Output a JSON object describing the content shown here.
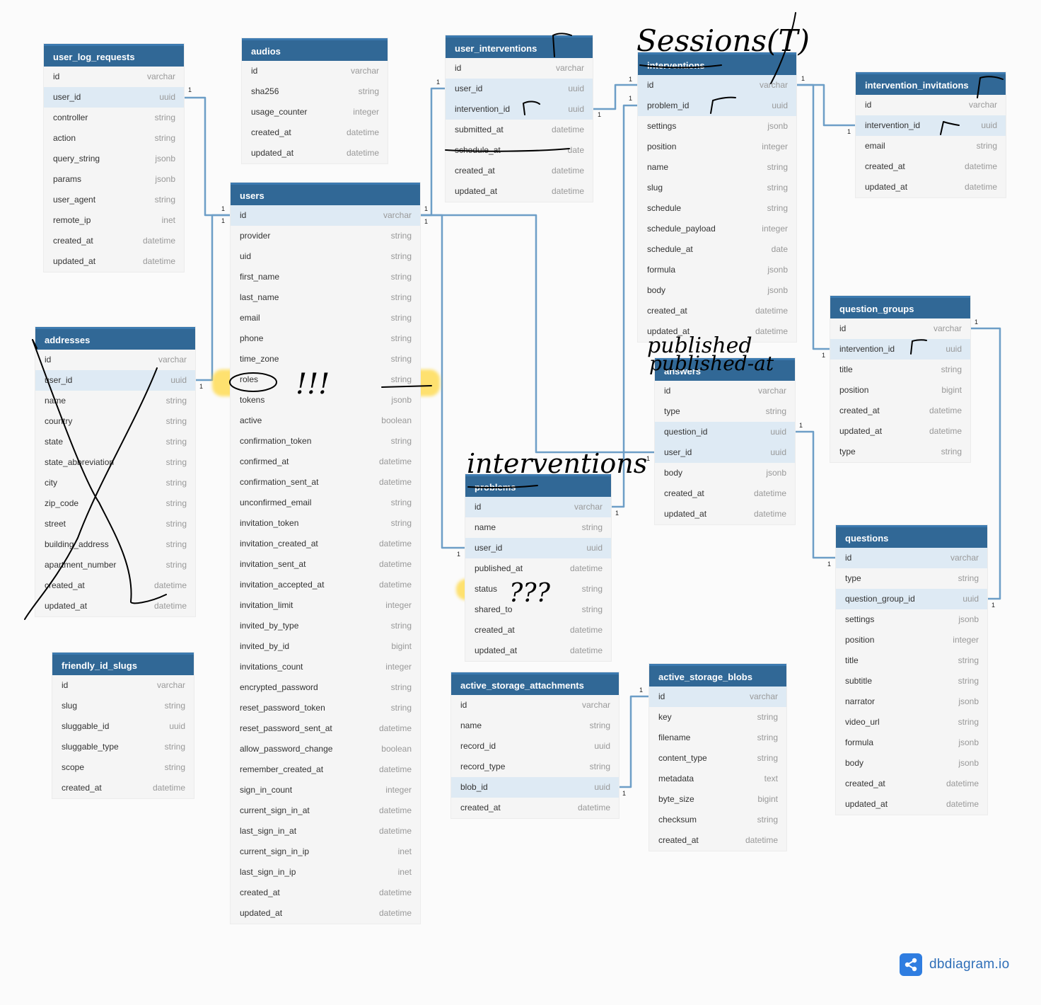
{
  "tables": [
    {
      "id": "user_log_requests",
      "title": "user_log_requests",
      "fields": [
        {
          "n": "id",
          "t": "varchar"
        },
        {
          "n": "user_id",
          "t": "uuid",
          "hl": true
        },
        {
          "n": "controller",
          "t": "string"
        },
        {
          "n": "action",
          "t": "string"
        },
        {
          "n": "query_string",
          "t": "jsonb"
        },
        {
          "n": "params",
          "t": "jsonb"
        },
        {
          "n": "user_agent",
          "t": "string"
        },
        {
          "n": "remote_ip",
          "t": "inet"
        },
        {
          "n": "created_at",
          "t": "datetime"
        },
        {
          "n": "updated_at",
          "t": "datetime"
        }
      ]
    },
    {
      "id": "audios",
      "title": "audios",
      "fields": [
        {
          "n": "id",
          "t": "varchar"
        },
        {
          "n": "sha256",
          "t": "string"
        },
        {
          "n": "usage_counter",
          "t": "integer"
        },
        {
          "n": "created_at",
          "t": "datetime"
        },
        {
          "n": "updated_at",
          "t": "datetime"
        }
      ]
    },
    {
      "id": "user_interventions",
      "title": "user_interventions",
      "fields": [
        {
          "n": "id",
          "t": "varchar"
        },
        {
          "n": "user_id",
          "t": "uuid",
          "hl": true
        },
        {
          "n": "intervention_id",
          "t": "uuid",
          "hl": true
        },
        {
          "n": "submitted_at",
          "t": "datetime"
        },
        {
          "n": "schedule_at",
          "t": "date"
        },
        {
          "n": "created_at",
          "t": "datetime"
        },
        {
          "n": "updated_at",
          "t": "datetime"
        }
      ]
    },
    {
      "id": "interventions",
      "title": "interventions",
      "fields": [
        {
          "n": "id",
          "t": "varchar",
          "hl": true
        },
        {
          "n": "problem_id",
          "t": "uuid",
          "hl": true
        },
        {
          "n": "settings",
          "t": "jsonb"
        },
        {
          "n": "position",
          "t": "integer"
        },
        {
          "n": "name",
          "t": "string"
        },
        {
          "n": "slug",
          "t": "string"
        },
        {
          "n": "schedule",
          "t": "string"
        },
        {
          "n": "schedule_payload",
          "t": "integer"
        },
        {
          "n": "schedule_at",
          "t": "date"
        },
        {
          "n": "formula",
          "t": "jsonb"
        },
        {
          "n": "body",
          "t": "jsonb"
        },
        {
          "n": "created_at",
          "t": "datetime"
        },
        {
          "n": "updated_at",
          "t": "datetime"
        }
      ]
    },
    {
      "id": "intervention_invitations",
      "title": "intervention_invitations",
      "fields": [
        {
          "n": "id",
          "t": "varchar"
        },
        {
          "n": "intervention_id",
          "t": "uuid",
          "hl": true
        },
        {
          "n": "email",
          "t": "string"
        },
        {
          "n": "created_at",
          "t": "datetime"
        },
        {
          "n": "updated_at",
          "t": "datetime"
        }
      ]
    },
    {
      "id": "users",
      "title": "users",
      "fields": [
        {
          "n": "id",
          "t": "varchar",
          "hl": true
        },
        {
          "n": "provider",
          "t": "string"
        },
        {
          "n": "uid",
          "t": "string"
        },
        {
          "n": "first_name",
          "t": "string"
        },
        {
          "n": "last_name",
          "t": "string"
        },
        {
          "n": "email",
          "t": "string"
        },
        {
          "n": "phone",
          "t": "string"
        },
        {
          "n": "time_zone",
          "t": "string"
        },
        {
          "n": "roles",
          "t": "string"
        },
        {
          "n": "tokens",
          "t": "jsonb"
        },
        {
          "n": "active",
          "t": "boolean"
        },
        {
          "n": "confirmation_token",
          "t": "string"
        },
        {
          "n": "confirmed_at",
          "t": "datetime"
        },
        {
          "n": "confirmation_sent_at",
          "t": "datetime"
        },
        {
          "n": "unconfirmed_email",
          "t": "string"
        },
        {
          "n": "invitation_token",
          "t": "string"
        },
        {
          "n": "invitation_created_at",
          "t": "datetime"
        },
        {
          "n": "invitation_sent_at",
          "t": "datetime"
        },
        {
          "n": "invitation_accepted_at",
          "t": "datetime"
        },
        {
          "n": "invitation_limit",
          "t": "integer"
        },
        {
          "n": "invited_by_type",
          "t": "string"
        },
        {
          "n": "invited_by_id",
          "t": "bigint"
        },
        {
          "n": "invitations_count",
          "t": "integer"
        },
        {
          "n": "encrypted_password",
          "t": "string"
        },
        {
          "n": "reset_password_token",
          "t": "string"
        },
        {
          "n": "reset_password_sent_at",
          "t": "datetime"
        },
        {
          "n": "allow_password_change",
          "t": "boolean"
        },
        {
          "n": "remember_created_at",
          "t": "datetime"
        },
        {
          "n": "sign_in_count",
          "t": "integer"
        },
        {
          "n": "current_sign_in_at",
          "t": "datetime"
        },
        {
          "n": "last_sign_in_at",
          "t": "datetime"
        },
        {
          "n": "current_sign_in_ip",
          "t": "inet"
        },
        {
          "n": "last_sign_in_ip",
          "t": "inet"
        },
        {
          "n": "created_at",
          "t": "datetime"
        },
        {
          "n": "updated_at",
          "t": "datetime"
        }
      ]
    },
    {
      "id": "addresses",
      "title": "addresses",
      "fields": [
        {
          "n": "id",
          "t": "varchar"
        },
        {
          "n": "user_id",
          "t": "uuid",
          "hl": true
        },
        {
          "n": "name",
          "t": "string"
        },
        {
          "n": "country",
          "t": "string"
        },
        {
          "n": "state",
          "t": "string"
        },
        {
          "n": "state_abbreviation",
          "t": "string"
        },
        {
          "n": "city",
          "t": "string"
        },
        {
          "n": "zip_code",
          "t": "string"
        },
        {
          "n": "street",
          "t": "string"
        },
        {
          "n": "building_address",
          "t": "string"
        },
        {
          "n": "apartment_number",
          "t": "string"
        },
        {
          "n": "created_at",
          "t": "datetime"
        },
        {
          "n": "updated_at",
          "t": "datetime"
        }
      ]
    },
    {
      "id": "question_groups",
      "title": "question_groups",
      "fields": [
        {
          "n": "id",
          "t": "varchar"
        },
        {
          "n": "intervention_id",
          "t": "uuid",
          "hl": true
        },
        {
          "n": "title",
          "t": "string"
        },
        {
          "n": "position",
          "t": "bigint"
        },
        {
          "n": "created_at",
          "t": "datetime"
        },
        {
          "n": "updated_at",
          "t": "datetime"
        },
        {
          "n": "type",
          "t": "string"
        }
      ]
    },
    {
      "id": "answers",
      "title": "answers",
      "fields": [
        {
          "n": "id",
          "t": "varchar"
        },
        {
          "n": "type",
          "t": "string"
        },
        {
          "n": "question_id",
          "t": "uuid",
          "hl": true
        },
        {
          "n": "user_id",
          "t": "uuid",
          "hl": true
        },
        {
          "n": "body",
          "t": "jsonb"
        },
        {
          "n": "created_at",
          "t": "datetime"
        },
        {
          "n": "updated_at",
          "t": "datetime"
        }
      ]
    },
    {
      "id": "problems",
      "title": "problems",
      "fields": [
        {
          "n": "id",
          "t": "varchar",
          "hl": true
        },
        {
          "n": "name",
          "t": "string"
        },
        {
          "n": "user_id",
          "t": "uuid",
          "hl": true
        },
        {
          "n": "published_at",
          "t": "datetime"
        },
        {
          "n": "status",
          "t": "string"
        },
        {
          "n": "shared_to",
          "t": "string"
        },
        {
          "n": "created_at",
          "t": "datetime"
        },
        {
          "n": "updated_at",
          "t": "datetime"
        }
      ]
    },
    {
      "id": "questions",
      "title": "questions",
      "fields": [
        {
          "n": "id",
          "t": "varchar",
          "hl": true
        },
        {
          "n": "type",
          "t": "string"
        },
        {
          "n": "question_group_id",
          "t": "uuid",
          "hl": true
        },
        {
          "n": "settings",
          "t": "jsonb"
        },
        {
          "n": "position",
          "t": "integer"
        },
        {
          "n": "title",
          "t": "string"
        },
        {
          "n": "subtitle",
          "t": "string"
        },
        {
          "n": "narrator",
          "t": "jsonb"
        },
        {
          "n": "video_url",
          "t": "string"
        },
        {
          "n": "formula",
          "t": "jsonb"
        },
        {
          "n": "body",
          "t": "jsonb"
        },
        {
          "n": "created_at",
          "t": "datetime"
        },
        {
          "n": "updated_at",
          "t": "datetime"
        }
      ]
    },
    {
      "id": "friendly_id_slugs",
      "title": "friendly_id_slugs",
      "fields": [
        {
          "n": "id",
          "t": "varchar"
        },
        {
          "n": "slug",
          "t": "string"
        },
        {
          "n": "sluggable_id",
          "t": "uuid"
        },
        {
          "n": "sluggable_type",
          "t": "string"
        },
        {
          "n": "scope",
          "t": "string"
        },
        {
          "n": "created_at",
          "t": "datetime"
        }
      ]
    },
    {
      "id": "active_storage_attachments",
      "title": "active_storage_attachments",
      "fields": [
        {
          "n": "id",
          "t": "varchar"
        },
        {
          "n": "name",
          "t": "string"
        },
        {
          "n": "record_id",
          "t": "uuid"
        },
        {
          "n": "record_type",
          "t": "string"
        },
        {
          "n": "blob_id",
          "t": "uuid",
          "hl": true
        },
        {
          "n": "created_at",
          "t": "datetime"
        }
      ]
    },
    {
      "id": "active_storage_blobs",
      "title": "active_storage_blobs",
      "fields": [
        {
          "n": "id",
          "t": "varchar",
          "hl": true
        },
        {
          "n": "key",
          "t": "string"
        },
        {
          "n": "filename",
          "t": "string"
        },
        {
          "n": "content_type",
          "t": "string"
        },
        {
          "n": "metadata",
          "t": "text"
        },
        {
          "n": "byte_size",
          "t": "bigint"
        },
        {
          "n": "checksum",
          "t": "string"
        },
        {
          "n": "created_at",
          "t": "datetime"
        }
      ]
    }
  ],
  "cardinality_label": "1",
  "annotations": {
    "sessions": "Sessions(T)",
    "interventions": "interventions",
    "published": "published",
    "published_at": "published-at",
    "marks_roles": "!!!",
    "marks_status": "???"
  },
  "brand": {
    "name": "dbdiagram.io"
  },
  "colors": {
    "header": "#316896",
    "wire": "#6d9ec7",
    "highlight": "#deeaf4",
    "marker": "#ffd633"
  }
}
